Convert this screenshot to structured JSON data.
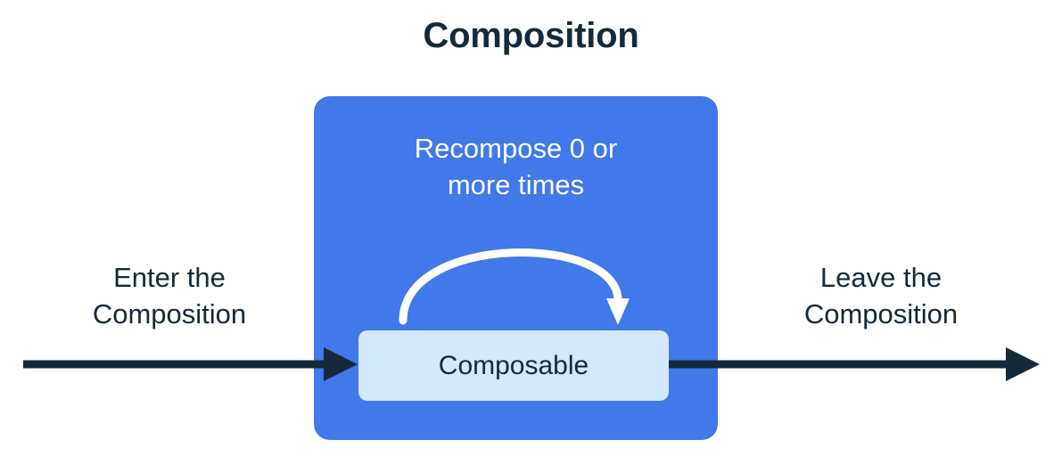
{
  "diagram": {
    "title": "Composition",
    "composition_box": {
      "recompose_note_line1": "Recompose 0 or",
      "recompose_note_line2": "more times",
      "composable_label": "Composable",
      "fill_color": "#4178EA",
      "composable_fill_color": "#D3E8FB"
    },
    "enter_label": {
      "line1": "Enter the",
      "line2": "Composition"
    },
    "leave_label": {
      "line1": "Leave the",
      "line2": "Composition"
    },
    "colors": {
      "text_dark": "#15293A",
      "arrow_dark": "#15293A",
      "recompose_arrow": "#FFFFFF",
      "background": "#FFFFFF"
    }
  }
}
